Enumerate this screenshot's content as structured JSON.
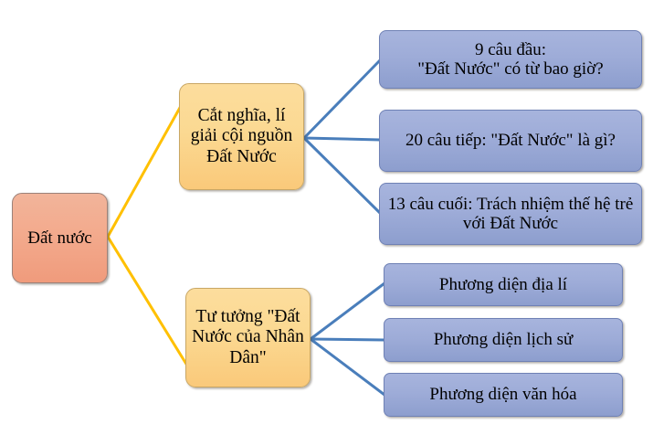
{
  "diagram": {
    "type": "hierarchy-mind-map",
    "orientation": "left-to-right",
    "colors": {
      "root_fill_top": "#f2b49a",
      "root_fill_bottom": "#f09b7c",
      "branch_fill_top": "#fcdd9d",
      "branch_fill_bottom": "#fac97a",
      "leaf_fill_top": "#a7b4dd",
      "leaf_fill_bottom": "#8d9ece",
      "root_connector": "#ffc000",
      "branch_connector": "#4a7ebb",
      "text": "#000000",
      "background": "#ffffff"
    },
    "root": {
      "label": "Đất nước"
    },
    "branches": [
      {
        "label": "Cắt nghĩa, lí giải cội nguồn Đất Nước",
        "leaves": [
          {
            "label": "9 câu đầu:\n\"Đất Nước\" có từ bao giờ?"
          },
          {
            "label": "20 câu tiếp: \"Đất Nước\" là gì?"
          },
          {
            "label": "13 câu cuối: Trách nhiệm thế hệ trẻ với Đất Nước"
          }
        ]
      },
      {
        "label": "Tư tưởng \"Đất Nước của Nhân Dân\"",
        "leaves": [
          {
            "label": "Phương diện địa lí"
          },
          {
            "label": "Phương diện lịch sử"
          },
          {
            "label": "Phương diện văn hóa"
          }
        ]
      }
    ]
  }
}
